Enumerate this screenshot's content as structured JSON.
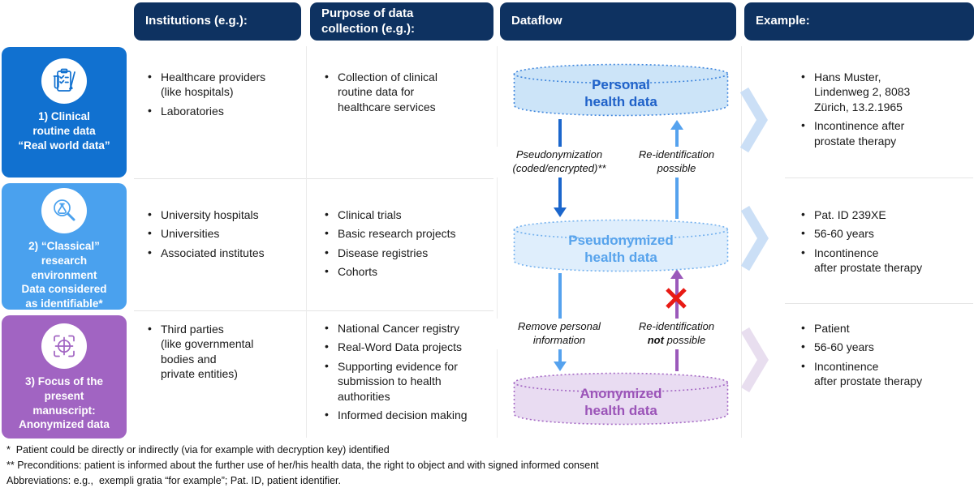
{
  "headers": {
    "institutions": "Institutions (e.g.):",
    "purpose": "Purpose of data\ncollection (e.g.):",
    "dataflow": "Dataflow",
    "example": "Example:"
  },
  "rows": [
    {
      "label": "1) Clinical\nroutine data\n“Real world data”",
      "icon": "clipboard-checklist-icon",
      "institutions": [
        "Healthcare providers\n(like hospitals)",
        "Laboratories"
      ],
      "purpose": [
        "Collection of clinical\nroutine data for\nhealthcare services"
      ],
      "example": [
        "Hans Muster,\nLindenweg 2, 8083\nZürich, 13.2.1965",
        "Incontinence after\nprostate therapy"
      ]
    },
    {
      "label": "2) “Classical”\nresearch\nenvironment\nData considered\nas identifiable*",
      "icon": "magnifier-flask-icon",
      "institutions": [
        "University hospitals",
        "Universities",
        "Associated institutes"
      ],
      "purpose": [
        "Clinical trials",
        "Basic research projects",
        "Disease registries",
        "Cohorts"
      ],
      "example": [
        "Pat. ID 239XE",
        "56-60 years",
        "Incontinence\nafter prostate therapy"
      ]
    },
    {
      "label": "3) Focus of the\npresent\nmanuscript:\nAnonymized data",
      "icon": "focus-target-icon",
      "institutions": [
        "Third parties\n(like governmental\nbodies and\nprivate entities)"
      ],
      "purpose": [
        "National Cancer registry",
        "Real-Word Data projects",
        "Supporting evidence for\nsubmission to health\nauthorities",
        "Informed decision making"
      ],
      "example": [
        "Patient",
        "56-60 years",
        "Incontinence\nafter prostate therapy"
      ]
    }
  ],
  "dataflow": {
    "cylinders": [
      {
        "text": "Personal\nhealth data"
      },
      {
        "text": "Pseudonymized\nhealth data"
      },
      {
        "text": "Anonymized\nhealth data"
      }
    ],
    "labels": {
      "pseudonymization": "Pseudonymization\n(coded/encrypted)**",
      "reidentification_possible": "Re-identification\npossible",
      "remove_personal": "Remove personal\ninformation",
      "reidentification_not": {
        "line1": "Re-identification",
        "bold_word": "not",
        "rest": " possible"
      }
    }
  },
  "footnotes": [
    "*  Patient could be directly or indirectly (via for example with decryption key) identified",
    "** Preconditions: patient is informed about the further use of her/his health data, the right to object and with signed informed consent",
    "Abbreviations: e.g.,  exempli gratia “for example”; Pat. ID, patient identifier."
  ],
  "colors": {
    "header_navy": "#0e3261",
    "row1_blue": "#1171d0",
    "row2_blue": "#4aa1ee",
    "row3_purple": "#a164c2",
    "personal_cylinder_fill": "#cce4f8",
    "personal_cylinder_stroke": "#3f86dd",
    "pseudonymized_cylinder_fill": "#dfeefc",
    "pseudonymized_cylinder_stroke": "#74b1ee",
    "anonymized_cylinder_fill": "#e9dcf2",
    "anonymized_cylinder_stroke": "#a468c4",
    "dark_arrow": "#1b66cc",
    "light_arrow": "#55a2ee",
    "purple_arrow": "#9b59ba",
    "cross_red": "#e81a14",
    "chevron_blue": "#cbdff6",
    "chevron_purple": "#e8deef"
  }
}
